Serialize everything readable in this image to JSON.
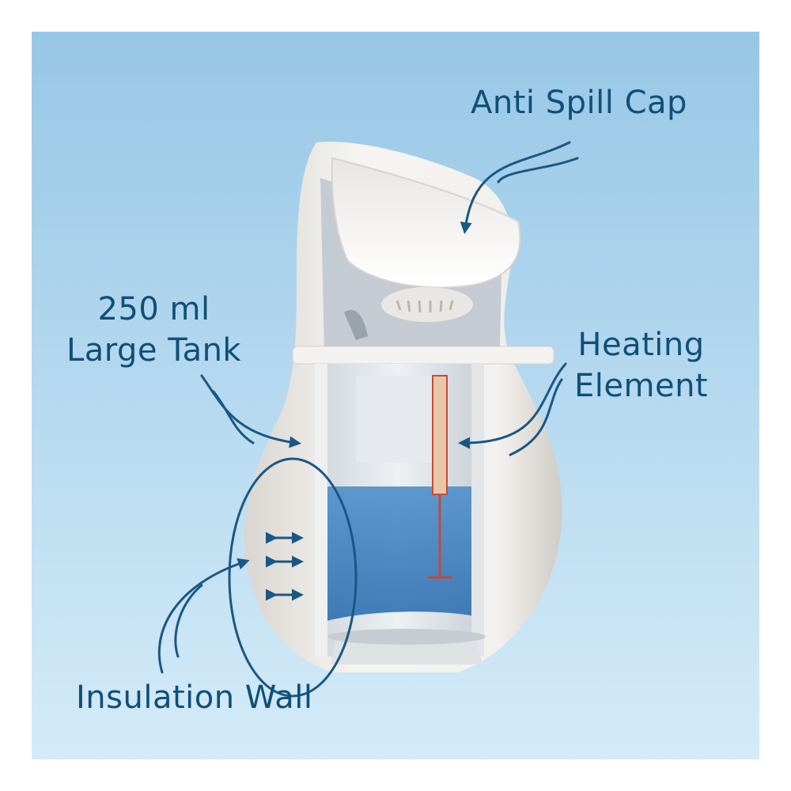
{
  "labels": {
    "anti_spill_cap": "Anti Spill Cap",
    "tank_line1": "250 ml",
    "tank_line2": "Large Tank",
    "heating_line1": "Heating",
    "heating_line2": "Element",
    "insulation_wall": "Insulation Wall"
  },
  "colors": {
    "background_top": "#97c7e6",
    "background_bottom": "#d4ebf8",
    "label_text": "#0f4f78",
    "water": "#3f84c4",
    "heating_rod": "#c44a3c"
  }
}
